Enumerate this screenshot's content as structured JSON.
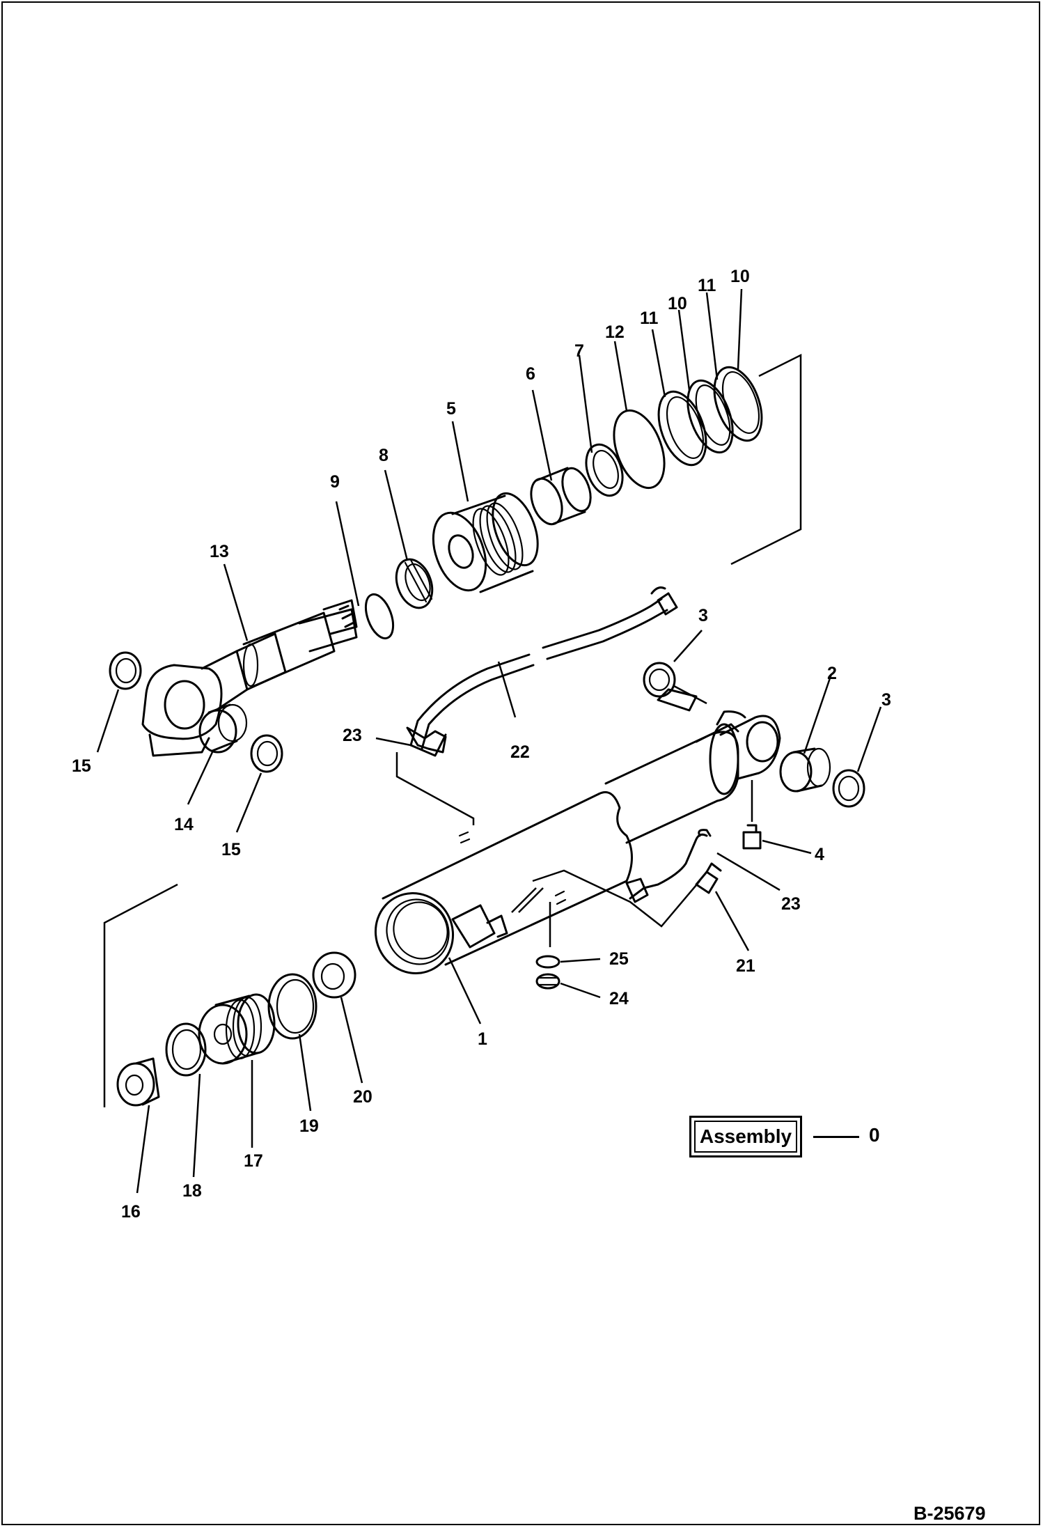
{
  "callouts": [
    {
      "id": "c1",
      "text": "1"
    },
    {
      "id": "c2",
      "text": "2"
    },
    {
      "id": "c3a",
      "text": "3"
    },
    {
      "id": "c3b",
      "text": "3"
    },
    {
      "id": "c4",
      "text": "4"
    },
    {
      "id": "c5",
      "text": "5"
    },
    {
      "id": "c6",
      "text": "6"
    },
    {
      "id": "c7",
      "text": "7"
    },
    {
      "id": "c8",
      "text": "8"
    },
    {
      "id": "c9",
      "text": "9"
    },
    {
      "id": "c10a",
      "text": "10"
    },
    {
      "id": "c10b",
      "text": "10"
    },
    {
      "id": "c11a",
      "text": "11"
    },
    {
      "id": "c11b",
      "text": "11"
    },
    {
      "id": "c12",
      "text": "12"
    },
    {
      "id": "c13",
      "text": "13"
    },
    {
      "id": "c14",
      "text": "14"
    },
    {
      "id": "c15a",
      "text": "15"
    },
    {
      "id": "c15b",
      "text": "15"
    },
    {
      "id": "c16",
      "text": "16"
    },
    {
      "id": "c17",
      "text": "17"
    },
    {
      "id": "c18",
      "text": "18"
    },
    {
      "id": "c19",
      "text": "19"
    },
    {
      "id": "c20",
      "text": "20"
    },
    {
      "id": "c21",
      "text": "21"
    },
    {
      "id": "c22",
      "text": "22"
    },
    {
      "id": "c23a",
      "text": "23"
    },
    {
      "id": "c23b",
      "text": "23"
    },
    {
      "id": "c24",
      "text": "24"
    },
    {
      "id": "c25",
      "text": "25"
    }
  ],
  "assembly": {
    "label": "Assembly",
    "number": "0"
  },
  "drawing_code": "B-25679"
}
